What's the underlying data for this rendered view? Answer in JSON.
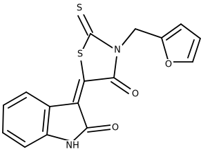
{
  "molecule": {
    "atoms": {
      "S_exo": "S",
      "S_ring": "S",
      "N_ring": "N",
      "O_carbonyl": "O",
      "O_furan": "O",
      "O_lactam": "O",
      "N_indole": "NH"
    }
  }
}
